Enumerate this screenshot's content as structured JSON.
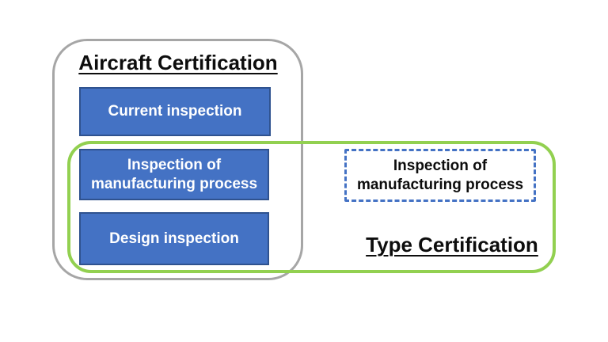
{
  "diagram": {
    "aircraft_certification": {
      "title": "Aircraft Certification",
      "boxes": [
        "Current inspection",
        "Inspection of manufacturing process",
        "Design inspection"
      ]
    },
    "type_certification": {
      "title": "Type Certification",
      "dashed_box_label": "Inspection of manufacturing process"
    },
    "colors": {
      "solid_box_fill": "#4472c4",
      "solid_box_border": "#2f528f",
      "solid_box_text": "#ffffff",
      "dashed_box_border": "#4472c4",
      "dashed_box_text": "#0d0d0d",
      "aircraft_outline": "#a6a6a6",
      "type_outline": "#92d050",
      "title_text": "#0d0d0d",
      "background": "#ffffff"
    }
  }
}
